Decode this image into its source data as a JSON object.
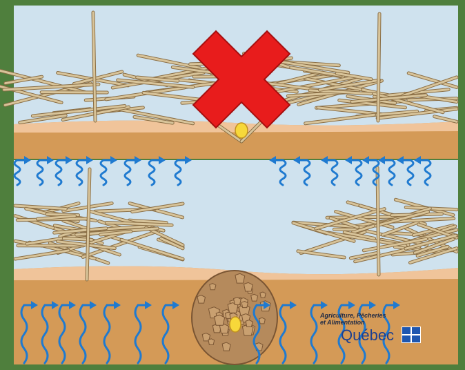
{
  "logo": {
    "line1": "Agriculture, Pêcheries",
    "line2": "et Alimentation",
    "wordmark": "Québec",
    "flag_icon": "fleur-de-lis-flag-icon"
  },
  "colors": {
    "frame": "#4f7f3d",
    "sky": "#cfe2ee",
    "soil": "#d49a57",
    "soil_top": "#f0c49a",
    "straw": "#d8c49a",
    "straw_edge": "#8a6e45",
    "seed": "#f7d83a",
    "cross": "#e81c1c",
    "arrow": "#1f7ad0"
  },
  "panels": [
    {
      "name": "residue-covered-seed",
      "status": "crossed-out"
    },
    {
      "name": "residue-cleared-row",
      "status": "ok"
    }
  ]
}
